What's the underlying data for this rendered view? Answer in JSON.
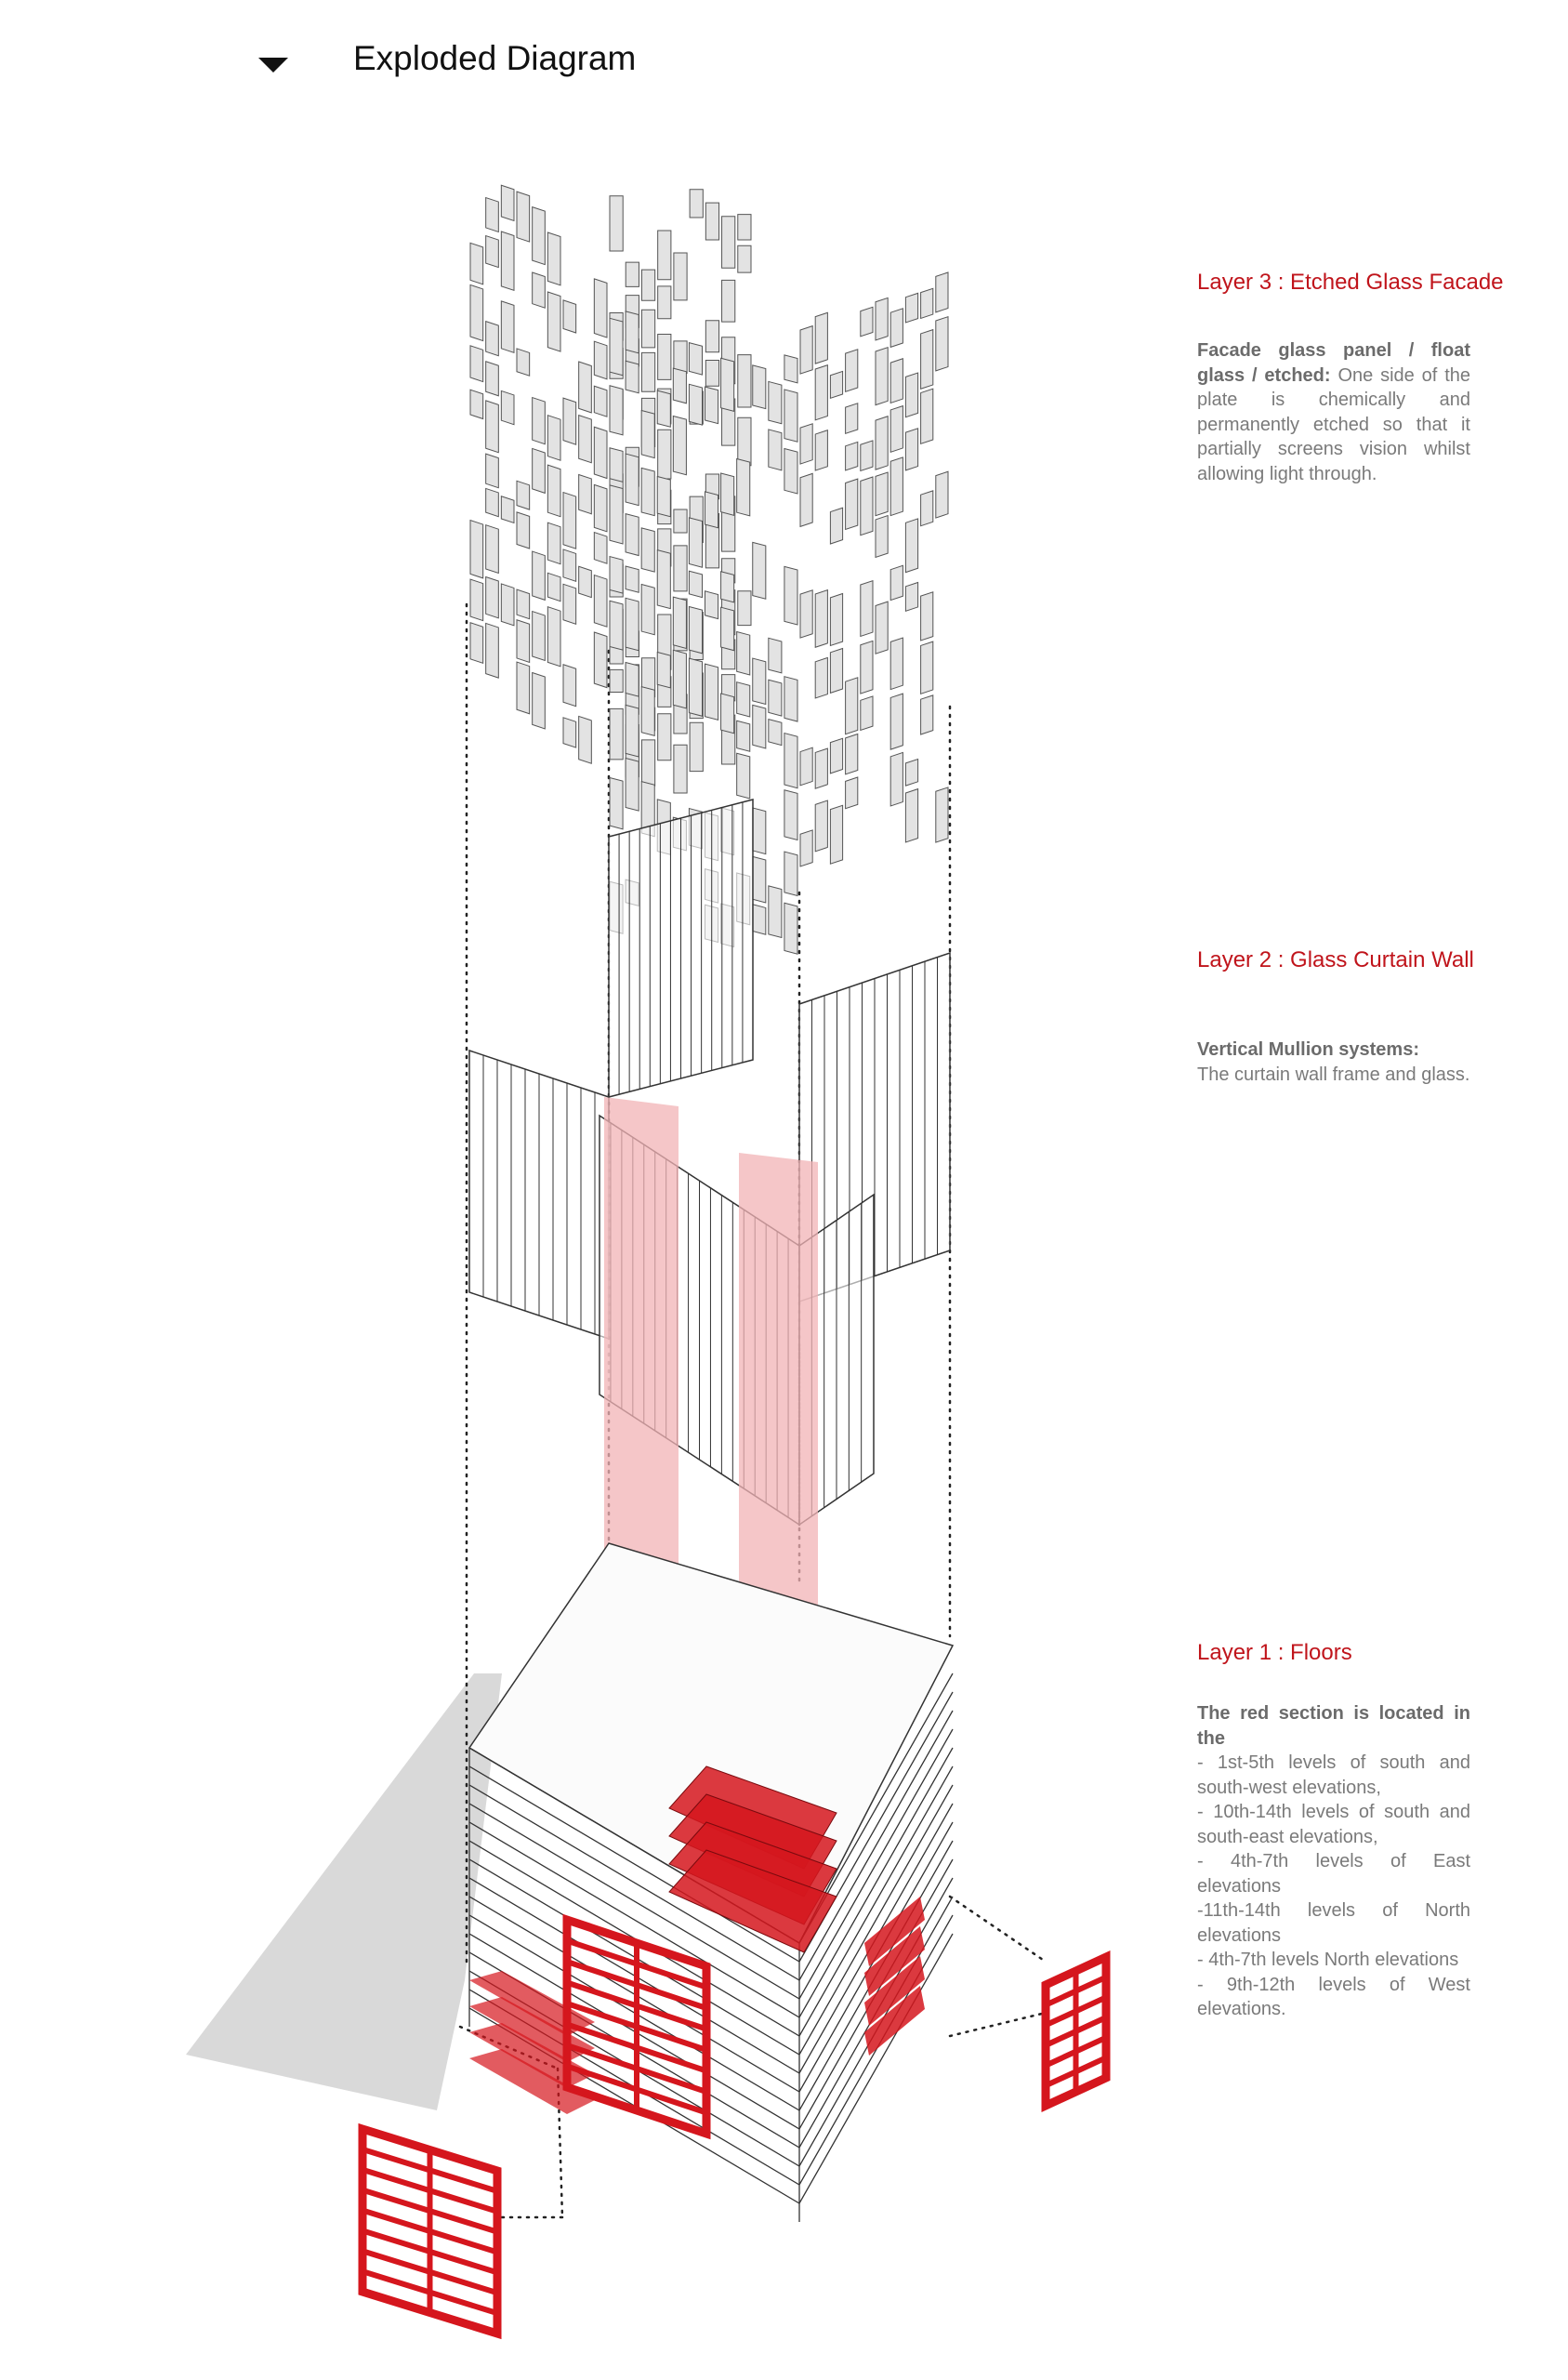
{
  "header": {
    "title": "Exploded Diagram",
    "toggle_icon": "triangle-down-icon"
  },
  "layers": [
    {
      "title": "Layer 3 : Etched Glass Facade",
      "heading": "Facade glass panel / float glass / etched:",
      "body": "One side of the plate is chemically and permanently etched so that it partially screens vision whilst allowing light through."
    },
    {
      "title": "Layer 2 : Glass Curtain Wall",
      "heading": "Vertical Mullion systems:",
      "body": "The curtain wall frame and glass."
    },
    {
      "title": "Layer 1 : Floors",
      "heading": "The red section is located in the",
      "items": [
        "- 1st-5th levels of south and south-west elevations,",
        "- 10th-14th levels of south and south-east elevations,",
        "- 4th-7th levels of East elevations",
        "-11th-14th levels of North elevations",
        "- 4th-7th levels North elevations",
        "- 9th-12th levels of West elevations."
      ]
    }
  ],
  "colors": {
    "accent_red": "#d5161d",
    "pink": "#f2b3b6",
    "line": "#333333",
    "panel": "#e3e3e3",
    "shadow": "#d9d9d9"
  }
}
